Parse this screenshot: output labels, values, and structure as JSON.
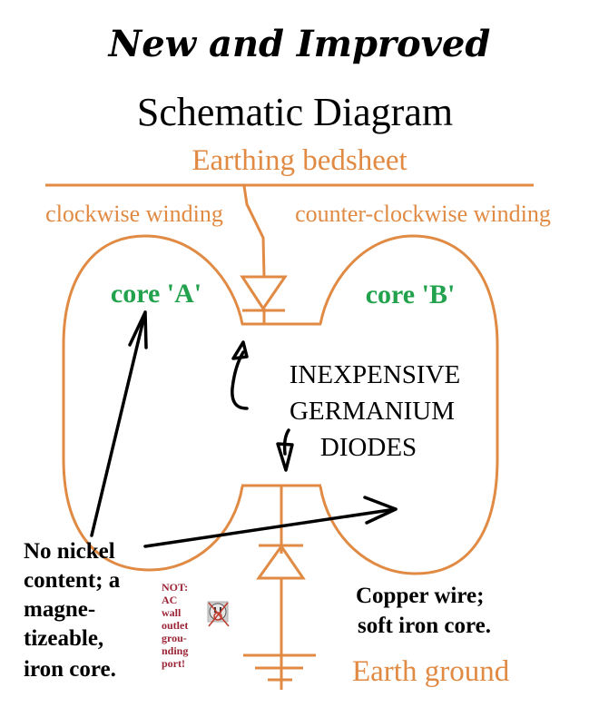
{
  "title": {
    "line1": "New and Improved",
    "line2": "Schematic Diagram"
  },
  "labels": {
    "top_bus": "Earthing bedsheet",
    "left_winding": "clockwise winding",
    "right_winding": "counter-clockwise winding",
    "core_a": "core 'A'",
    "core_b": "core 'B'",
    "diodes": [
      "INEXPENSIVE",
      "GERMANIUM",
      "DIODES"
    ],
    "left_note": [
      "No nickel",
      "content; a",
      "magne-",
      "tizeable,",
      "iron core."
    ],
    "warning": [
      "NOT:",
      "AC",
      "wall",
      "outlet",
      "grou-",
      "nding",
      "port!"
    ],
    "right_note": [
      "Copper wire;",
      "soft iron core."
    ],
    "ground": "Earth ground"
  },
  "icons": {
    "outlet": "crossed-out-ac-outlet-icon"
  },
  "colors": {
    "wire": "#e08a43",
    "core_label": "#22a24c",
    "warning": "#9b2335",
    "ink": "#000000"
  }
}
